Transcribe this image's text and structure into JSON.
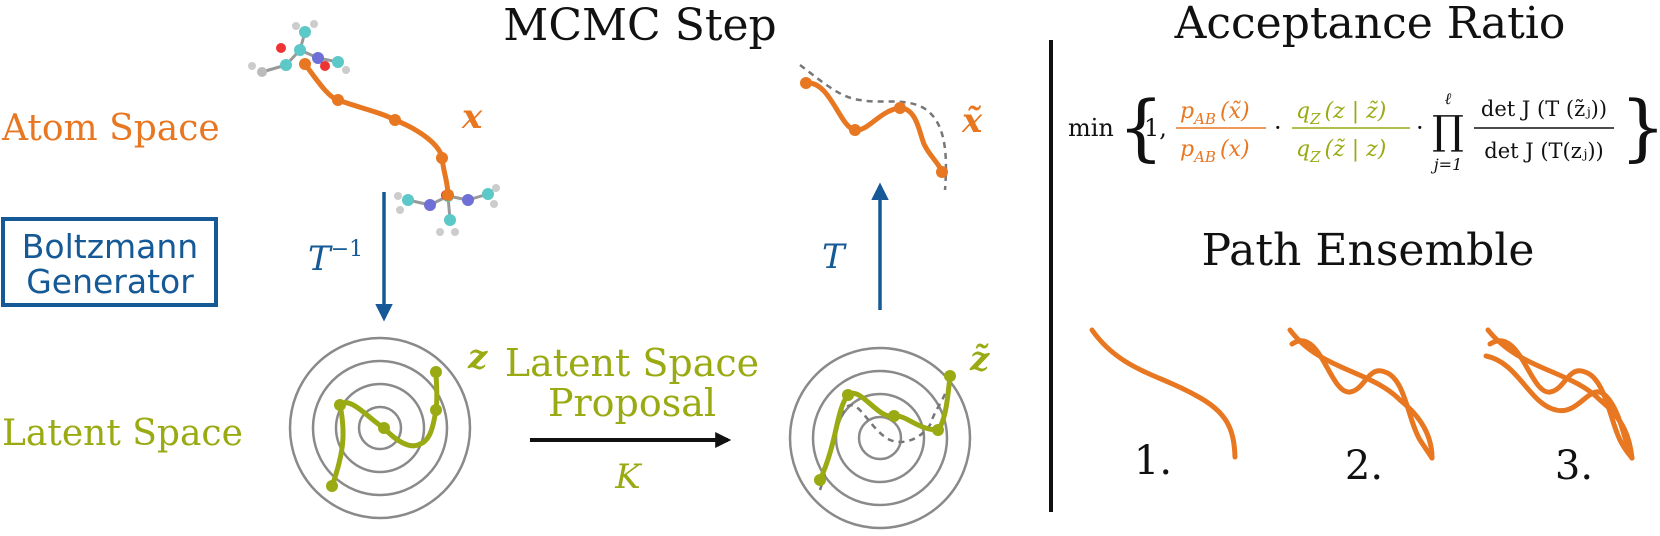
{
  "colors": {
    "atom": "#e87722",
    "latent": "#9aaa12",
    "bg": "#155a96",
    "ring": "#8a8a8a",
    "text": "#111111",
    "dashed": "#777777"
  },
  "titles": {
    "mcmc_step": "MCMC Step",
    "acceptance_ratio": "Acceptance Ratio",
    "path_ensemble": "Path Ensemble"
  },
  "labels": {
    "atom_space": "Atom Space",
    "latent_space": "Latent Space",
    "bg_line1": "Boltzmann",
    "bg_line2": "Generator",
    "proposal_line1": "Latent Space",
    "proposal_line2": "Proposal",
    "proposal_kernel": "K",
    "inverse_map": "T",
    "inverse_exp": "−1",
    "forward_map": "T",
    "x": "x",
    "x_tilde": "x̃",
    "z": "z",
    "z_tilde": "z̃"
  },
  "formula": {
    "min": "min",
    "one": "1,",
    "p_num": "p",
    "p_sub": "AB",
    "p_num_arg": "(x̃)",
    "p_den_arg": "(x)",
    "q_num": "q",
    "q_sub": "Z",
    "q_num_arg": "(z | z̃)",
    "q_den_arg": "(z̃ | z)",
    "dot": "·",
    "prod": "∏",
    "prod_top": "ℓ",
    "prod_bottom": "j=1",
    "det_num": "det J (T (z̃ⱼ))",
    "det_den": "det J (T(zⱼ))"
  },
  "ensemble": [
    "1.",
    "2.",
    "3."
  ]
}
